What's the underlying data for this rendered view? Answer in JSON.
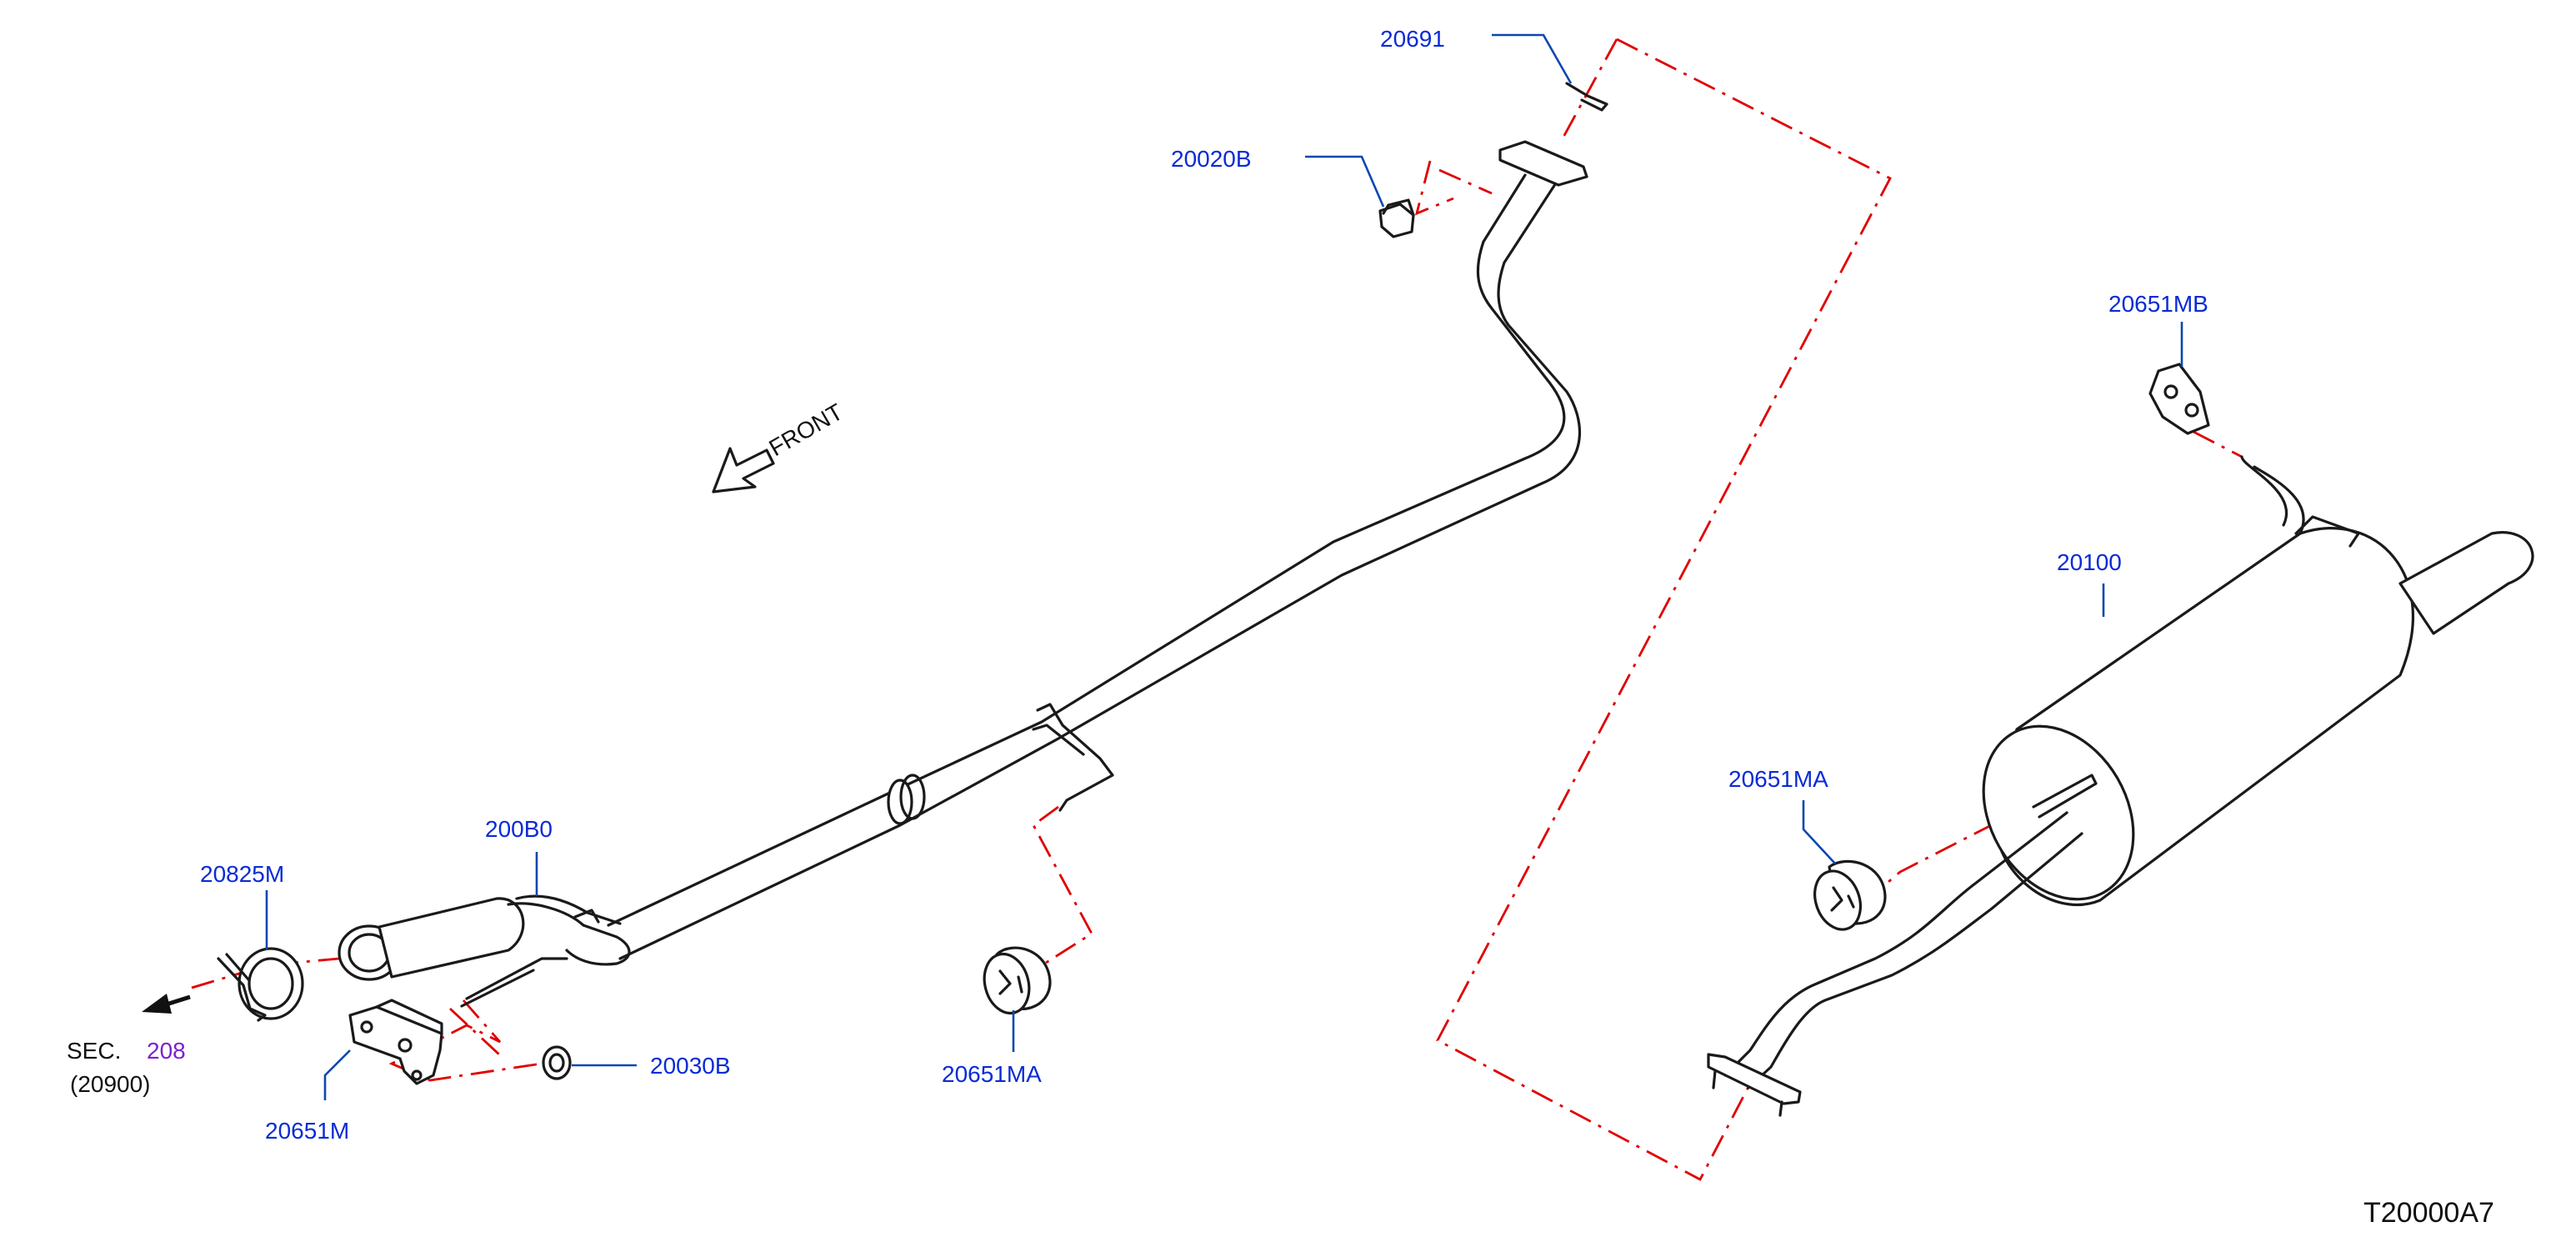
{
  "diagram_code": "T20000A7",
  "front_label": "FRONT",
  "section_ref": {
    "prefix": "SEC.",
    "number": "208",
    "subtitle": "(20900)"
  },
  "callouts": {
    "p20691": "20691",
    "p20020B": "20020B",
    "p20651MB": "20651MB",
    "p20100": "20100",
    "p20651MA_right": "20651MA",
    "p200B0": "200B0",
    "p20825M": "20825M",
    "p20651MA_center": "20651MA",
    "p20030B": "20030B",
    "p20651M": "20651M"
  },
  "colors": {
    "callout_text": "#0a2bd6",
    "leader_line": "#0a47b0",
    "connection_dash": "#e00000",
    "section_number": "#7b22cc",
    "part_outline": "#1a1a1a"
  }
}
